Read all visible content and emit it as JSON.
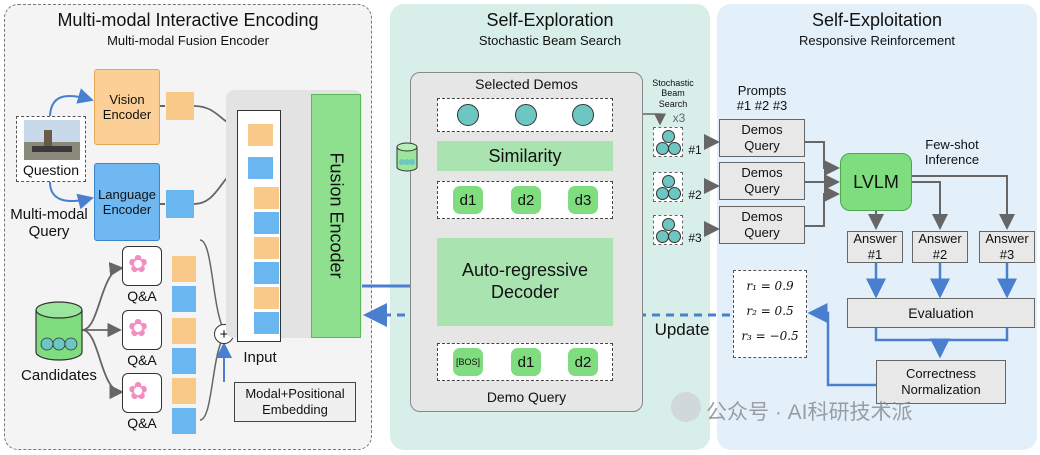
{
  "panels": {
    "left": {
      "title": "Multi-modal Interactive Encoding",
      "subtitle": "Multi-modal Fusion Encoder"
    },
    "middle": {
      "title": "Self-Exploration",
      "subtitle": "Stochastic Beam Search"
    },
    "right": {
      "title": "Self-Exploitation",
      "subtitle": "Responsive Reinforcement"
    }
  },
  "left": {
    "question_label": "Question",
    "query_label": "Multi-modal\nQuery",
    "vision_encoder": "Vision\nEncoder",
    "language_encoder": "Language\nEncoder",
    "candidates_label": "Candidates",
    "qa_labels": [
      "Q&A",
      "Q&A",
      "Q&A"
    ],
    "input_label": "Input",
    "fusion_encoder": "Fusion Encoder",
    "embedding_label": "Modal+Positional\nEmbedding",
    "plus_symbol": "+"
  },
  "middle": {
    "selected_demos": "Selected Demos",
    "similarity": "Similarity",
    "d_top": [
      "d1",
      "d2",
      "d3"
    ],
    "decoder": "Auto-regressive\nDecoder",
    "bos": "[BOS]",
    "d_bottom": [
      "d1",
      "d2"
    ],
    "demo_query": "Demo Query",
    "stochastic_label": "Stochastic\nBeam\nSearch",
    "x3": "x3",
    "beams": [
      "#1",
      "#2",
      "#3"
    ],
    "update_label": "Update"
  },
  "right": {
    "prompts_label": "Prompts\n#1 #2 #3",
    "prompt_boxes": [
      "Demos\nQuery",
      "Demos\nQuery",
      "Demos\nQuery"
    ],
    "lvlm": "LVLM",
    "fewshot": "Few-shot\nInference",
    "answers": [
      "Answer\n#1",
      "Answer\n#2",
      "Answer\n#3"
    ],
    "evaluation": "Evaluation",
    "correctness": "Correctness\nNormalization",
    "rewards": [
      "r₁ = 0.9",
      "r₂ = 0.5",
      "r₃ = −0.5"
    ]
  },
  "watermark": "公众号 · AI科研技术派",
  "colors": {
    "left_bg": "#f4f4f4",
    "mid_bg": "#d8efe9",
    "right_bg": "#e3f0fa",
    "accent_blue": "#4a7fd0",
    "green": "#7fdc7f",
    "orange": "#f9c98a",
    "blue_token": "#69b6f0"
  }
}
